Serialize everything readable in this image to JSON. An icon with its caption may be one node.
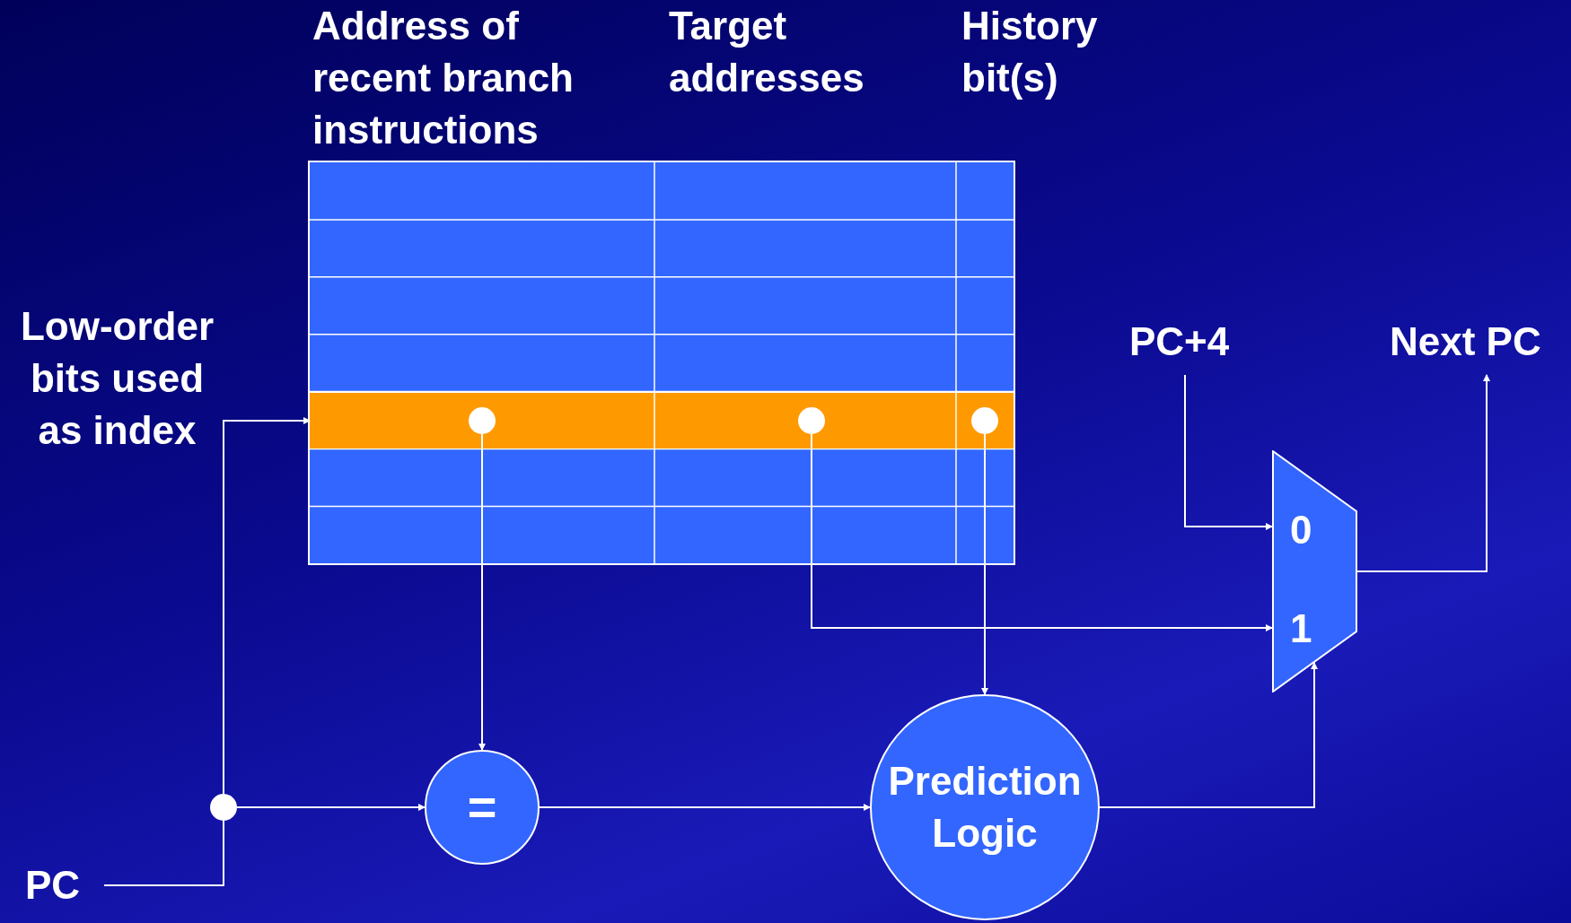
{
  "diagram": {
    "nodes": [
      {
        "text": [],
        "shape": "box"
      },
      {
        "text": [],
        "shape": "bar",
        "in": 0
      },
      {
        "text": [],
        "shape": "circle",
        "in": 1
      },
      {
        "text": [],
        "shape": "circle",
        "in": 1
      },
      {
        "text": [],
        "shape": "circle",
        "in": 1
      },
      {
        "text": [
          "PC"
        ]
      },
      {
        "text": [],
        "shape": "circle"
      },
      {
        "text": [
          "="
        ]
      },
      {
        "text": [
          "Prediction Logic"
        ]
      },
      {
        "text": [
          "0",
          "1"
        ]
      },
      {
        "text": [
          "PC+4"
        ]
      },
      {
        "text": [
          "Next PC"
        ]
      }
    ],
    "edges": [
      {
        "from": 5,
        "to": 6,
        "arrow": "none"
      },
      {
        "from": 6,
        "to": 1,
        "arrow": "to"
      },
      {
        "from": 6,
        "to": 7,
        "arrow": "to"
      },
      {
        "from": 2,
        "to": 7,
        "arrow": "to"
      },
      {
        "from": 3,
        "to": 9,
        "arrow": "to"
      },
      {
        "from": 4,
        "to": 8,
        "arrow": "to"
      },
      {
        "from": 7,
        "to": 8,
        "arrow": "to"
      },
      {
        "from": 8,
        "to": 9,
        "arrow": "to"
      },
      {
        "from": 10,
        "to": 9,
        "arrow": "to"
      },
      {
        "from": 9,
        "to": 11,
        "arrow": "to"
      }
    ],
    "labels": [
      "Address of recent branch instructions",
      "Target addresses",
      "History bit(s)",
      "Low-order bits used as index"
    ]
  }
}
